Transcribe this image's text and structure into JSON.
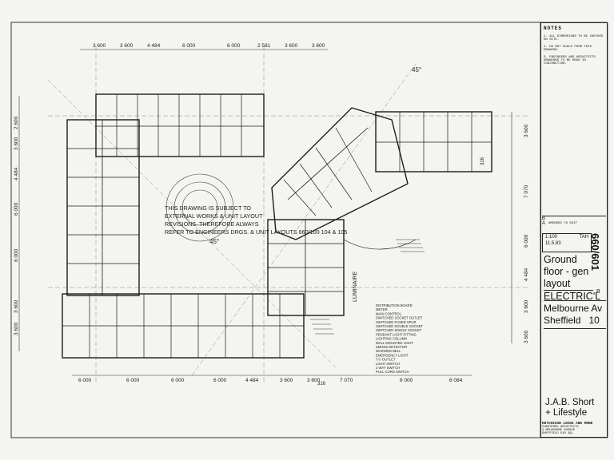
{
  "notes": {
    "heading": "NOTES",
    "items": [
      "1. ALL DIMENSIONS TO BE CHECKED ON SITE.",
      "2. DO NOT SCALE FROM THIS DRAWING.",
      "3. ENGINEERS AND ARCHITECTS DRAWINGS TO BE READ IN CONJUNCTION."
    ]
  },
  "dimensions": {
    "top": [
      "3 600",
      "3 600",
      "4 484",
      "6 000",
      "6 000",
      "2 581",
      "3 600",
      "3 600"
    ],
    "bottom": [
      "6 000",
      "6 000",
      "6 000",
      "6 000",
      "4 484",
      "3 600",
      "3 600",
      "7 070",
      "6 000",
      "6 084"
    ],
    "left": [
      "2 600",
      "3 600",
      "4 484",
      "6 000",
      "6 000",
      "3 600",
      "3 600"
    ],
    "right": [
      "3 600",
      "7 070",
      "6 000",
      "4 484",
      "3 600",
      "3 600"
    ],
    "small": [
      "316",
      "316"
    ]
  },
  "angles": [
    "45°",
    "45°"
  ],
  "center_note": "THIS DRAWING IS SUBJECT TO EXTERNAL WORKS & UNIT LAYOUT REVISIONS. THEREFORE ALWAYS REFER TO ENGINEERS DRGS. & UNIT LAYOUTS 660/100 104 & 105",
  "legend": [
    "LUMINAIRE",
    "DISTRIBUTION BOARD",
    "METER",
    "MAIN CONTROL",
    "SWITCHED SOCKET OUTLET",
    "SWITCHED FUSED SPUR",
    "SWITCHED DOUBLE SOCKET",
    "SWITCHED SINGLE SOCKET",
    "PENDANT LIGHT FITTING",
    "LIGHTING COLUMN",
    "WALL MOUNTED LIGHT",
    "SMOKE DETECTOR",
    "WARNING BELL",
    "EMERGENCY LIGHT",
    "T.V. OUTLET",
    "LIGHT SWITCH",
    "2 WAY SWITCH",
    "PULL CORD SWITCH"
  ],
  "title_block": {
    "revision_letters": [
      "B",
      "A"
    ],
    "revision_note": "AMENDED TO SUIT",
    "scale": "1:100",
    "drawn_by": "TAH",
    "date": "11.5.83",
    "drawing_number": "660/601",
    "title_lines": [
      "Ground",
      "floor - gen",
      "layout",
      "ELECTRIC'L"
    ],
    "title_suffix": "B",
    "project_lines": [
      "Melbourne Av",
      "Sheffield   10"
    ],
    "client_lines": [
      "J.A.B. Short",
      "+ Lifestyle"
    ],
    "firm_name": "HUTCHISON LOCKE AND MONK",
    "firm_lines": [
      "CHARTERED ARCHITECTS",
      "4 MELBOURNE AVENUE",
      "SHEFFIELD S10 2QL"
    ]
  },
  "colors": {
    "ink": "#1c1c1c",
    "paper": "#f4f4f1",
    "faint": "#6a6a6a"
  }
}
